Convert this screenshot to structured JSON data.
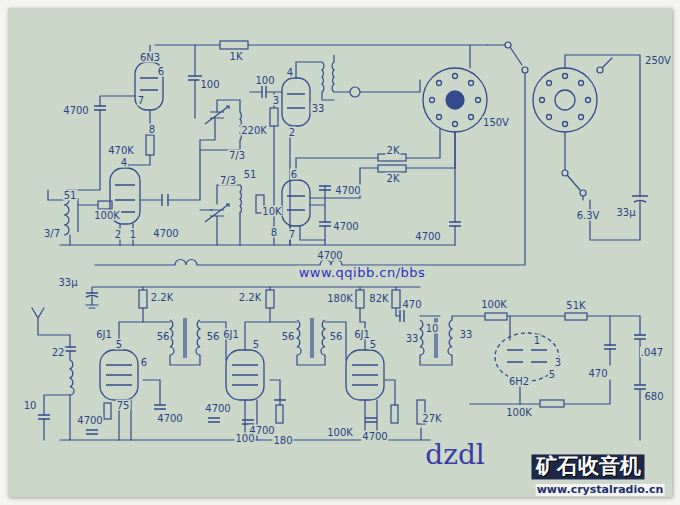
{
  "diagram": {
    "labels": [
      "6N3",
      "1K",
      "100",
      "100",
      "250V",
      "150V",
      "6",
      "7",
      "8",
      "4700",
      "470K",
      "4",
      "3",
      "2",
      "220K",
      "33",
      "7/3",
      "2K",
      "2K",
      "51",
      "100K",
      "4",
      "7/3",
      "51",
      "10K",
      "6",
      "3/7",
      "2",
      "1",
      "4700",
      "8",
      "7",
      "4700",
      "4700",
      "6.3V",
      "33μ",
      "4700",
      "4700",
      "www.qqibb.cn/bbs",
      "33μ",
      "2.2K",
      "2.2K",
      "180K",
      "82K",
      "470",
      "100K",
      "51K",
      "10",
      "6J1",
      "56",
      "56",
      "6J1",
      "56",
      "56",
      "6J1",
      "33",
      "33",
      "5",
      "5",
      "5",
      "22",
      ".047",
      "6",
      "1",
      "3",
      "5",
      "470",
      "6H2",
      "680",
      "100K",
      "10",
      "75",
      "4700",
      "4700",
      "4700",
      "4700",
      "100",
      "180",
      "100K",
      "4700",
      "27K",
      "dzdl",
      "矿石收音机",
      "www.crystalradio.cn"
    ]
  }
}
